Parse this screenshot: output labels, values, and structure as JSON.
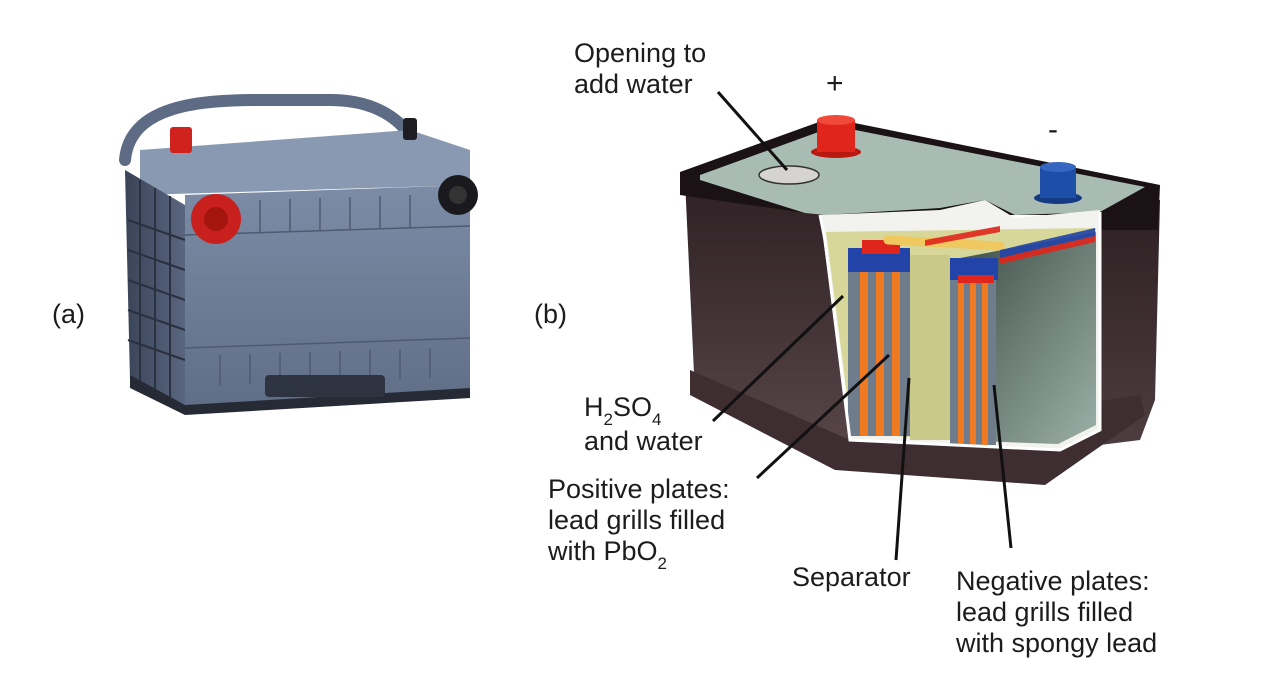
{
  "panels": {
    "a": {
      "label": "(a)"
    },
    "b": {
      "label": "(b)"
    }
  },
  "terminals": {
    "positive": "+",
    "negative": "-"
  },
  "annotations": {
    "opening": {
      "line1": "Opening to",
      "line2": "add water"
    },
    "electrolyte": {
      "h": "H",
      "h_sub": "2",
      "so": "SO",
      "so_sub": "4",
      "line2": "and water"
    },
    "positive_plates": {
      "line1": "Positive plates:",
      "line2": "lead grills filled",
      "line3_text": "with PbO",
      "line3_sub": "2"
    },
    "separator": {
      "text": "Separator"
    },
    "negative_plates": {
      "line1": "Negative plates:",
      "line2": "lead grills filled",
      "line3": "with spongy lead"
    }
  },
  "colors": {
    "case_dark": "#3b2a2e",
    "lid": "#a9bcb3",
    "positive_terminal": "#e0261c",
    "negative_terminal": "#1d4fa8",
    "plate_orange": "#f07a22",
    "plate_grey": "#6e7c8c",
    "electrolyte": "#d8d79a",
    "photo_body": "#6f7f99"
  }
}
